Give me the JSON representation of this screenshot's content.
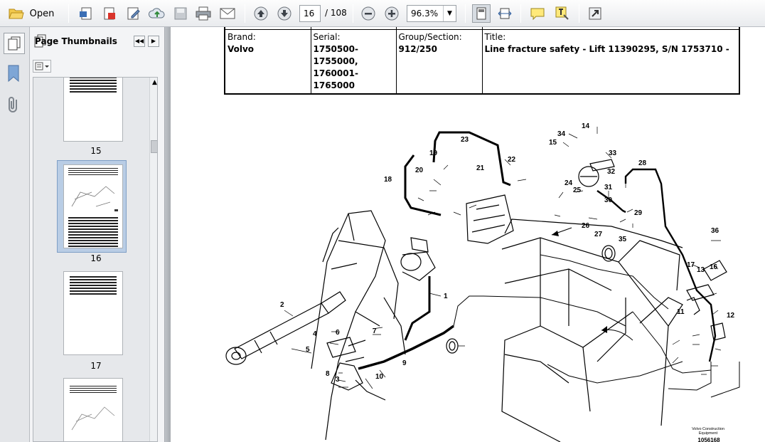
{
  "toolbar": {
    "open_label": "Open",
    "page_current": "16",
    "page_total": "/ 108",
    "zoom": "96.3%"
  },
  "panel": {
    "title": "Page Thumbnails"
  },
  "thumbnails": [
    {
      "label": "15"
    },
    {
      "label": "16"
    },
    {
      "label": "17"
    }
  ],
  "header": {
    "brand_label": "Brand:",
    "brand_value": "Volvo",
    "serial_label": "Serial:",
    "serial_value1": "1750500-1755000,",
    "serial_value2": "1760001-1765000",
    "group_label": "Group/Section:",
    "group_value": "912/250",
    "title_label": "Title:",
    "title_value": "Line fracture safety - Lift 11390295, S/N 1753710 -"
  },
  "diagram": {
    "callouts": [
      "1",
      "2",
      "3",
      "4",
      "5",
      "6",
      "7",
      "8",
      "9",
      "10",
      "11",
      "12",
      "13",
      "14",
      "15",
      "16",
      "17",
      "18",
      "19",
      "20",
      "21",
      "22",
      "23",
      "24",
      "25",
      "26",
      "27",
      "28",
      "29",
      "30",
      "31",
      "32",
      "33",
      "34",
      "35",
      "36"
    ],
    "logo_line1": "Volvo Construction",
    "logo_line2": "Equipment",
    "drawing_number": "1056168"
  },
  "colors": {
    "toolbar_bg": "#eceef1",
    "panel_bg": "#f3f4f6",
    "selected_thumb": "#b9cde5",
    "accent": "#3a7bd5"
  }
}
